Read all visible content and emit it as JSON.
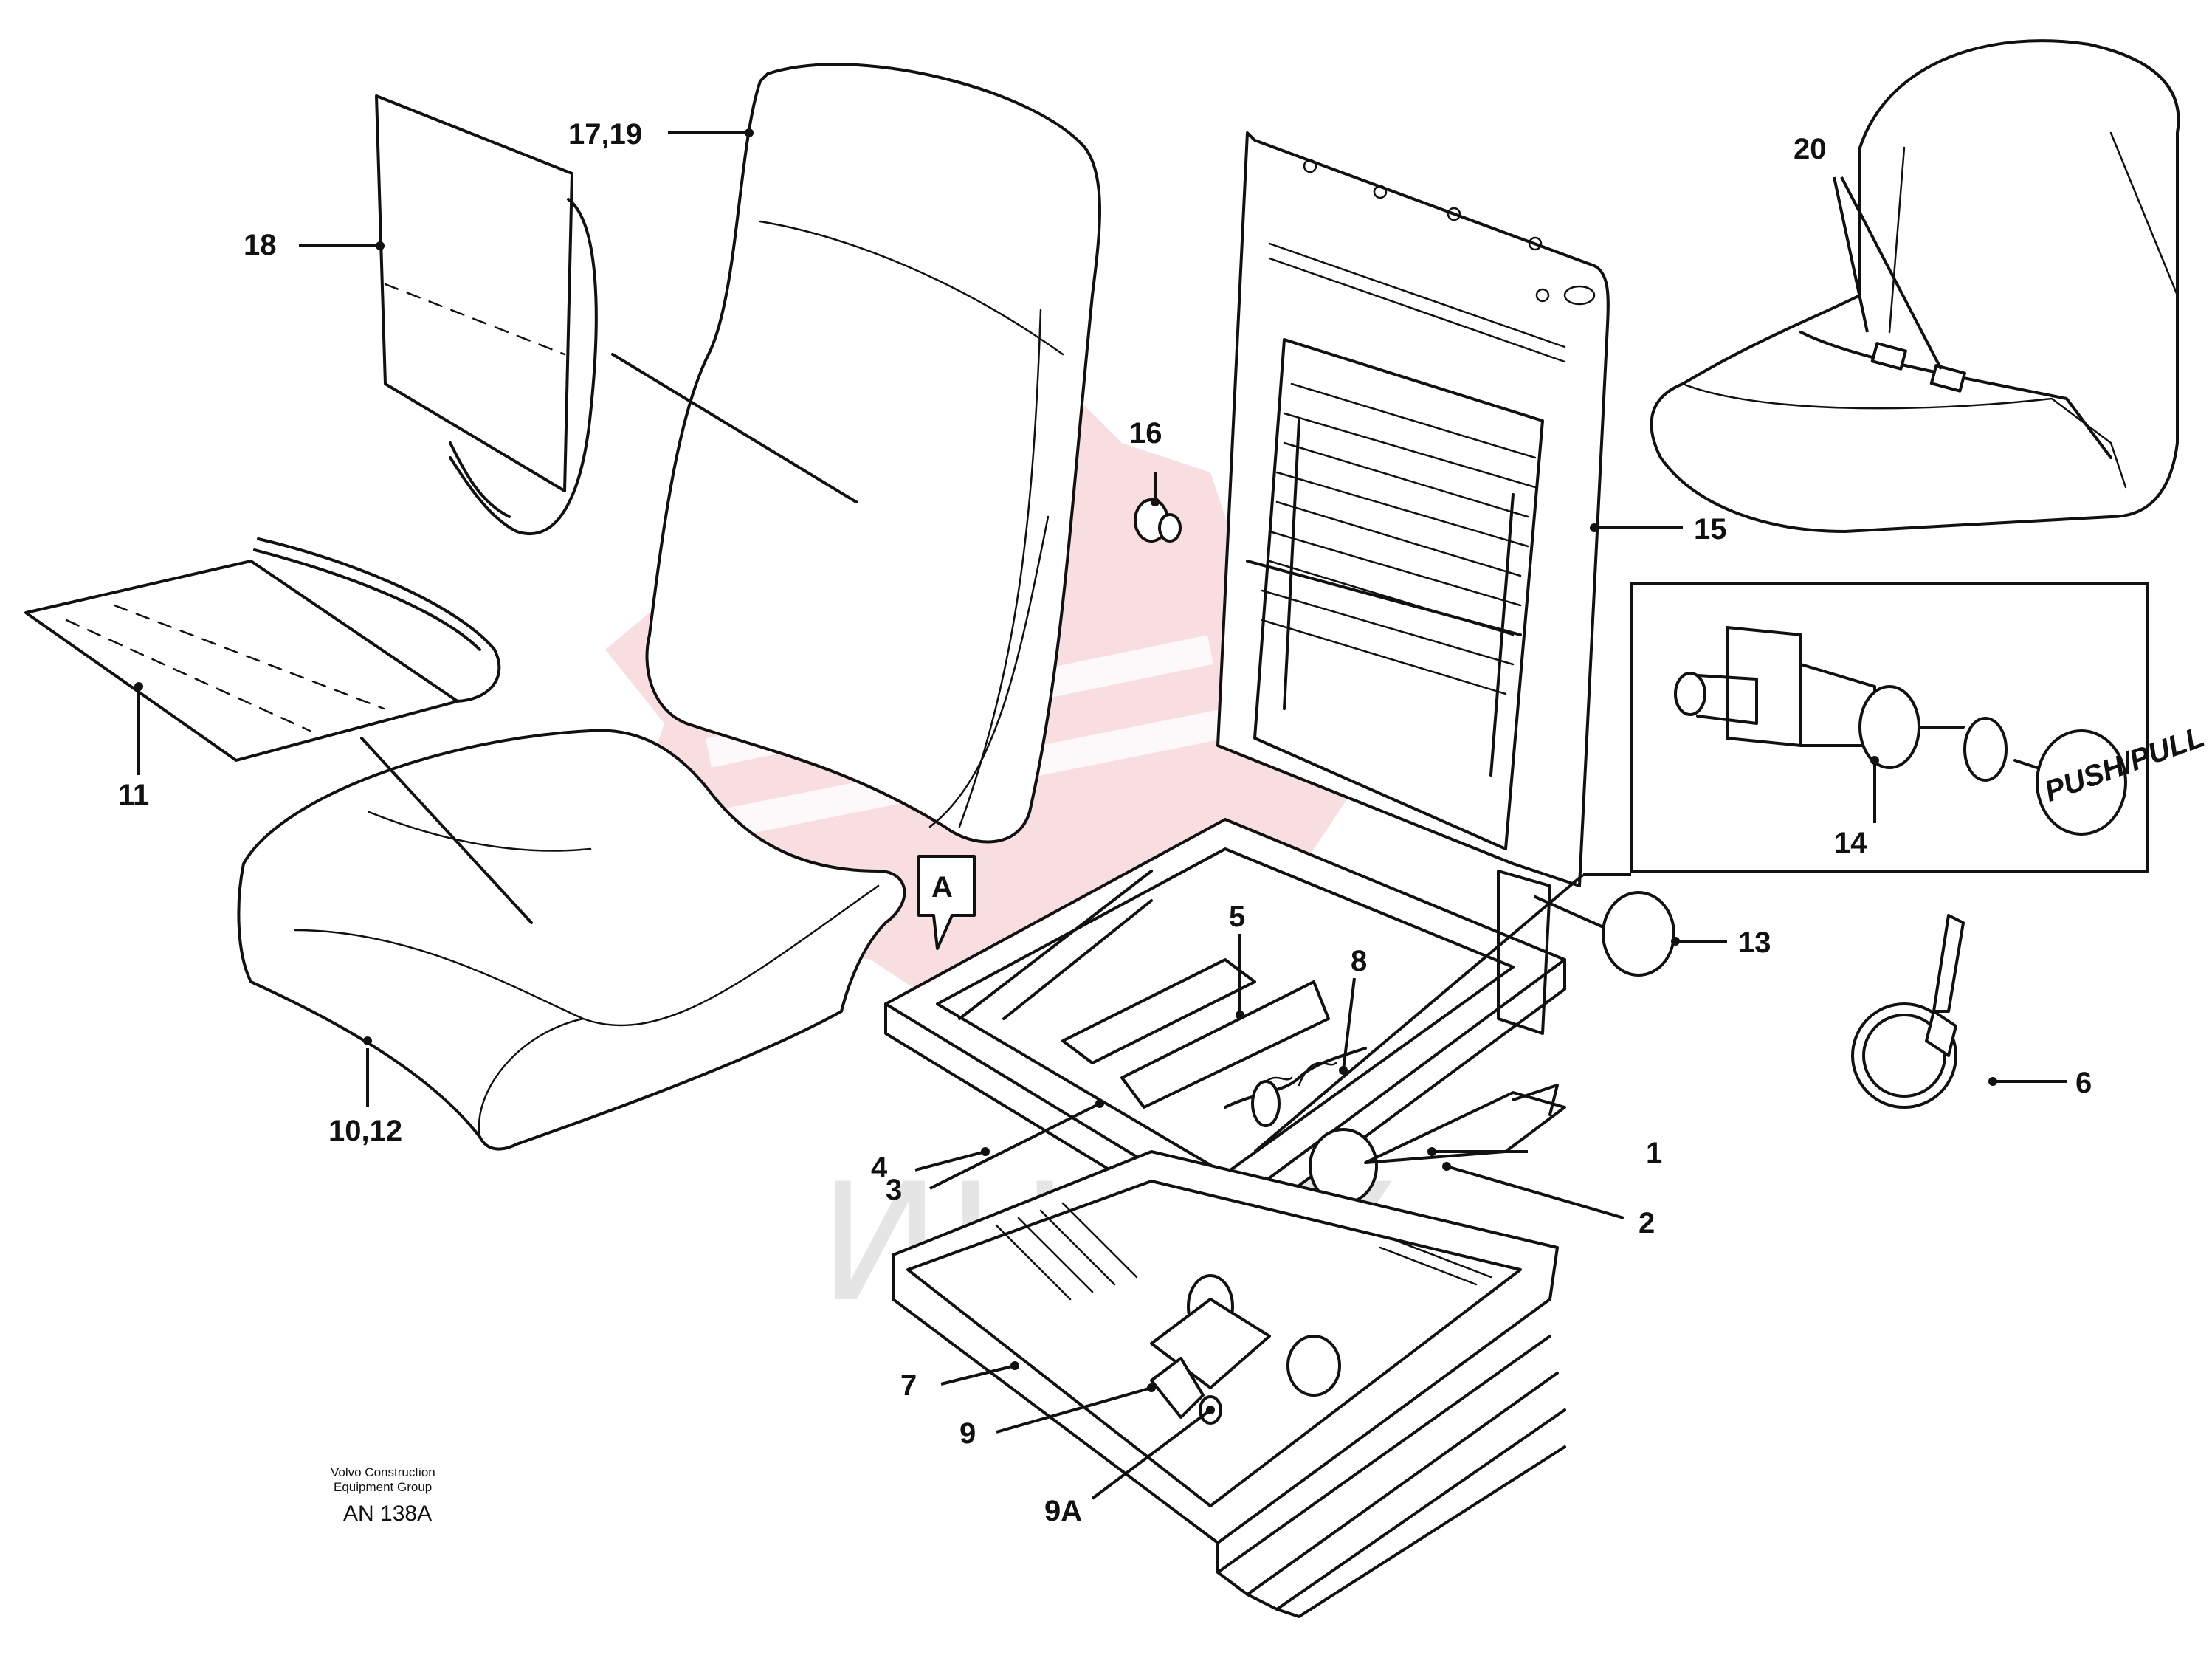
{
  "diagram": {
    "callouts": {
      "c1": "1",
      "c2": "2",
      "c3": "3",
      "c4": "4",
      "c5": "5",
      "c6": "6",
      "c7": "7",
      "c8": "8",
      "c9": "9",
      "c9a": "9A",
      "c10_12": "10,12",
      "c11": "11",
      "c13": "13",
      "c14": "14",
      "c15": "15",
      "c16": "16",
      "c17_19": "17,19",
      "c18": "18",
      "c20": "20",
      "detail_a": "A"
    },
    "knob_text": "PUSH/PULL",
    "credit": {
      "line1": "Volvo Construction",
      "line2": "Equipment Group",
      "doc_id": "AN 138A"
    },
    "watermark": "ИНТЕХ",
    "colors": {
      "line": "#111111",
      "watermark": "#e98a92",
      "background": "#ffffff"
    }
  }
}
